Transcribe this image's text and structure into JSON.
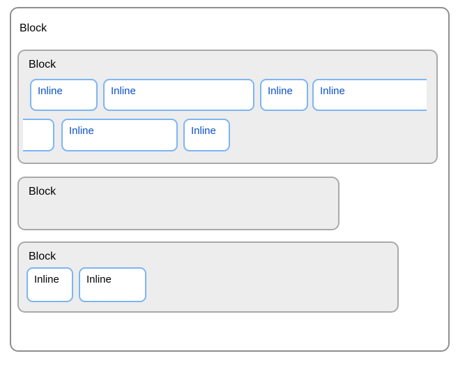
{
  "diagram": {
    "outer": {
      "label": "Block"
    },
    "block1": {
      "label": "Block",
      "row1": [
        {
          "label": "Inline"
        },
        {
          "label": "Inline"
        },
        {
          "label": "Inline"
        },
        {
          "label": "Inline",
          "clipped": "right"
        }
      ],
      "row2": [
        {
          "label": "",
          "clipped": "left"
        },
        {
          "label": "Inline"
        },
        {
          "label": "Inline"
        }
      ]
    },
    "block2": {
      "label": "Block"
    },
    "block3": {
      "label": "Block",
      "inlines": [
        {
          "label": "Inline"
        },
        {
          "label": "Inline"
        }
      ]
    }
  },
  "colors": {
    "outer_border": "#8e8e8e",
    "block_border": "#a9a9a9",
    "block_bg": "#ededed",
    "block_text": "#000000",
    "inline_border": "#7cb5f3",
    "inline_text": "#0a51c6",
    "inline_bg": "#ffffff",
    "page_bg": "#ffffff"
  }
}
